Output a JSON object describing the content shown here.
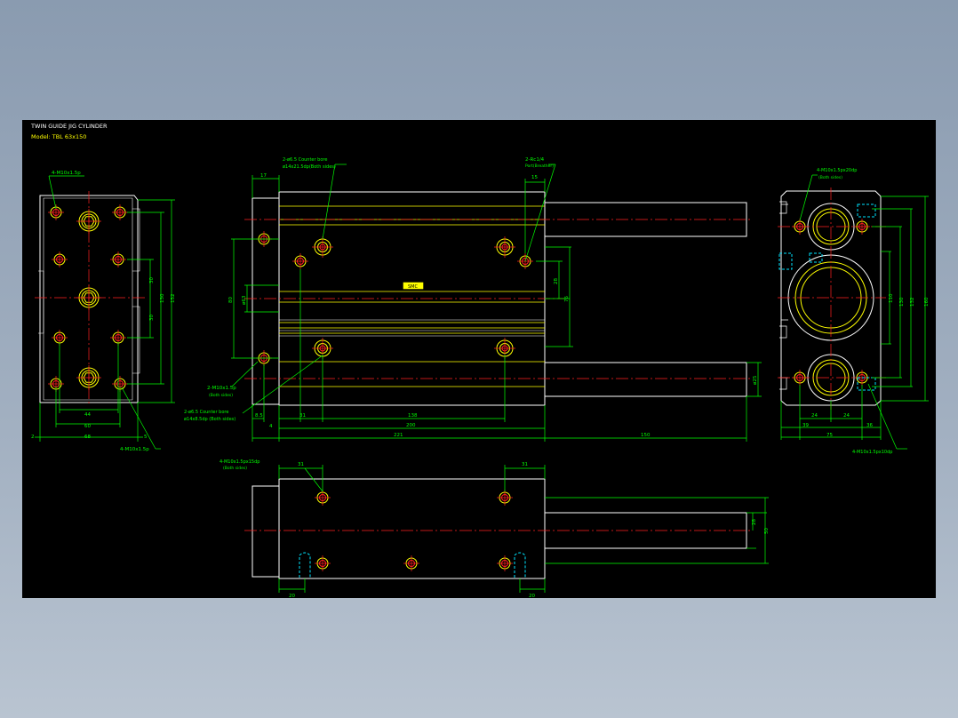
{
  "colors": {
    "outline": "#ffffff",
    "hidden": "#00e5ff",
    "centerline": "#ff2020",
    "feature": "#ffff00",
    "dimension": "#00ff00",
    "background": "#000000"
  },
  "title_block": {
    "title": "TWIN GUIDE JIG CYLINDER",
    "model": "Model: TBL 63x150"
  },
  "end_view_left": {
    "callout_top": "4-M10x1.5p",
    "callout_bottom": "4-M10x1.5p",
    "dims": [
      "44",
      "60",
      "68",
      "2",
      "5",
      "30",
      "30",
      "130",
      "152"
    ]
  },
  "front_view": {
    "callout_cbore_top": "2-ø6.5 Counter bore",
    "callout_cbore_top_sub": "ø14x21.5dp(Both sides)",
    "callout_port": "2-Rc1/4",
    "callout_port_sub": "Port(Breather)",
    "callout_tap": "2-M10x1.5p",
    "callout_tap_sub": "(Both sides)",
    "callout_cbore_bottom": "2-ø6.5 Counter bore",
    "callout_cbore_bottom_sub": "ø14x8.5dp (Both sides)",
    "nameplate": "SMC",
    "dims": [
      "17",
      "15",
      "28",
      "76",
      "80",
      "ø63",
      "31",
      "138",
      "200",
      "221",
      "150",
      "8.5",
      "4",
      "ø25"
    ]
  },
  "end_view_right": {
    "callout_top": "4-M10x1.5px20dp",
    "callout_top_sub": "(Both sides)",
    "callout_bottom": "4-M10x1.5px10dp",
    "dims": [
      "110",
      "130",
      "132",
      "160",
      "24",
      "24",
      "39",
      "36",
      "75"
    ]
  },
  "bottom_view": {
    "callout": "4-M10x1.5px15dp",
    "callout_sub": "(Both sides)",
    "dims": [
      "31",
      "31",
      "20",
      "20",
      "28",
      "50"
    ]
  }
}
